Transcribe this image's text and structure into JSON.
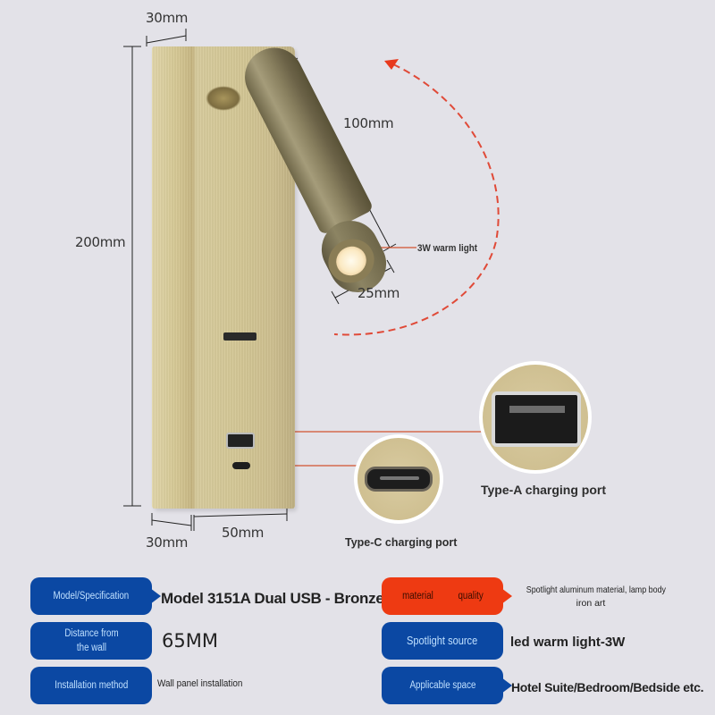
{
  "dimensions": {
    "panel_width_top": "30mm",
    "height": "200mm",
    "spotlight_length": "100mm",
    "spotlight_diameter": "25mm",
    "depth_bottom": "30mm",
    "panel_width_bottom": "50mm"
  },
  "callouts": {
    "spotlight": "3W warm light",
    "type_a": "Type-A charging port",
    "type_c": "Type-C charging port"
  },
  "colors": {
    "background": "#e3e2e8",
    "label_blue": "#0b48a3",
    "label_orange": "#ee3a12",
    "leader_line": "#d2522e",
    "panel_brass": "#d4c796"
  },
  "specs": {
    "left": [
      {
        "label": "Model/Specification",
        "value": "Model 3151A Dual USB - Bronze"
      },
      {
        "label_line1": "Distance from",
        "label_line2": "the wall",
        "value": "65MM"
      },
      {
        "label": "Installation method",
        "value": "Wall panel installation"
      }
    ],
    "right": [
      {
        "label_part1": "material",
        "label_part2": "quality",
        "value_line1": "Spotlight aluminum material, lamp body",
        "value_line2": "iron art"
      },
      {
        "label": "Spotlight source",
        "value": "led warm light-3W"
      },
      {
        "label": "Applicable space",
        "value": "Hotel Suite/Bedroom/Bedside etc."
      }
    ]
  }
}
